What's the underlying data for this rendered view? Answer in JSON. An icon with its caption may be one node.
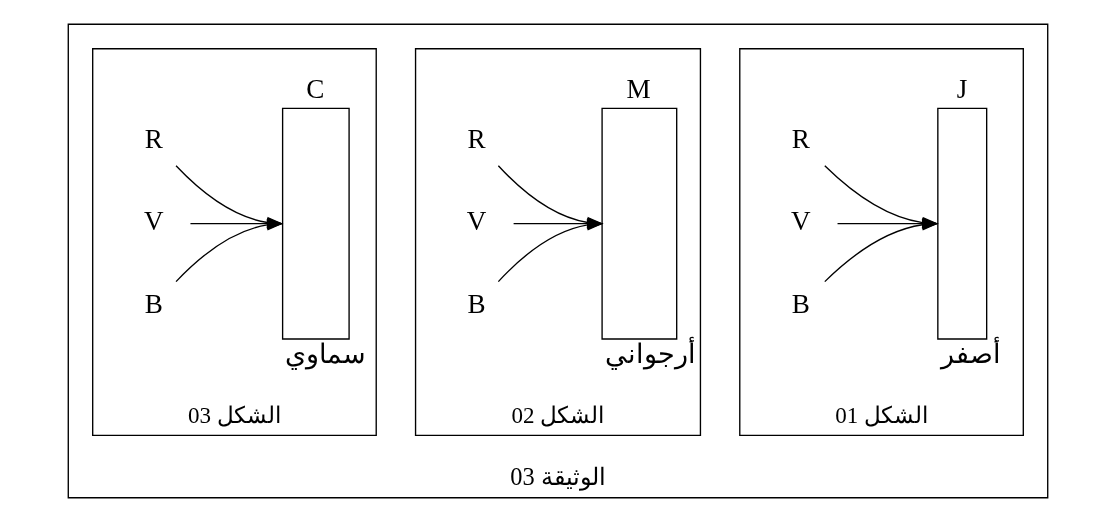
{
  "diagram": {
    "nodes": [
      {
        "text": [
          "الوثيقة 03"
        ]
      },
      {
        "text": [
          "الشكل 03"
        ],
        "in": 0
      },
      {
        "text": [
          "R"
        ],
        "in": 1
      },
      {
        "text": [
          "V"
        ],
        "in": 1
      },
      {
        "text": [
          "B"
        ],
        "in": 1
      },
      {
        "text": [
          "C"
        ],
        "beside": [
          "سماوي"
        ],
        "in": 1
      },
      {
        "text": [
          "الشكل 02"
        ],
        "in": 0
      },
      {
        "text": [
          "R"
        ],
        "in": 6
      },
      {
        "text": [
          "V"
        ],
        "in": 6
      },
      {
        "text": [
          "B"
        ],
        "in": 6
      },
      {
        "text": [
          "M"
        ],
        "beside": [
          "أرجواني"
        ],
        "in": 6
      },
      {
        "text": [
          "الشكل 01"
        ],
        "in": 0
      },
      {
        "text": [
          "R"
        ],
        "in": 11
      },
      {
        "text": [
          "V"
        ],
        "in": 11
      },
      {
        "text": [
          "B"
        ],
        "in": 11
      },
      {
        "text": [
          "J"
        ],
        "beside": [
          "أصفر"
        ],
        "in": 11
      }
    ],
    "edges": [
      {
        "from": 2,
        "to": 5,
        "arrow": "to"
      },
      {
        "from": 3,
        "to": 5,
        "arrow": "to"
      },
      {
        "from": 4,
        "to": 5,
        "arrow": "to"
      },
      {
        "from": 7,
        "to": 10,
        "arrow": "to"
      },
      {
        "from": 8,
        "to": 10,
        "arrow": "to"
      },
      {
        "from": 9,
        "to": 10,
        "arrow": "to"
      },
      {
        "from": 12,
        "to": 15,
        "arrow": "to"
      },
      {
        "from": 13,
        "to": 15,
        "arrow": "to"
      },
      {
        "from": 14,
        "to": 15,
        "arrow": "to"
      }
    ]
  }
}
